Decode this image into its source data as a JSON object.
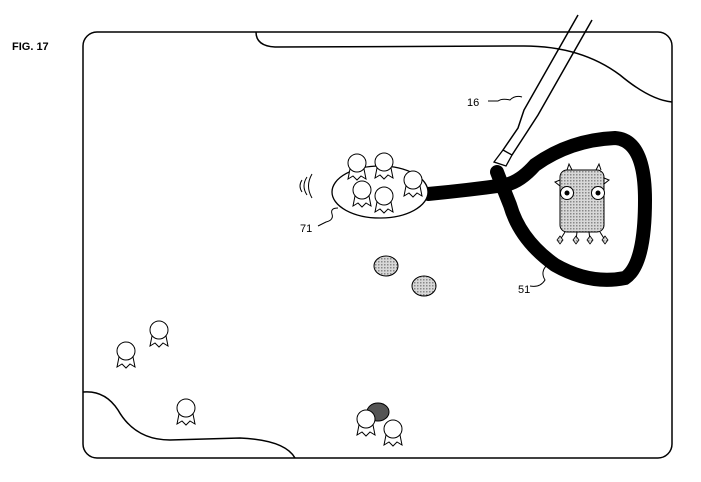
{
  "figure_label": "FIG. 17",
  "labels": {
    "stylus": "16",
    "capture_area": "71",
    "drawn_line": "51"
  },
  "colors": {
    "line": "#000000",
    "shading": "#a8a8a8",
    "background": "#ffffff"
  }
}
